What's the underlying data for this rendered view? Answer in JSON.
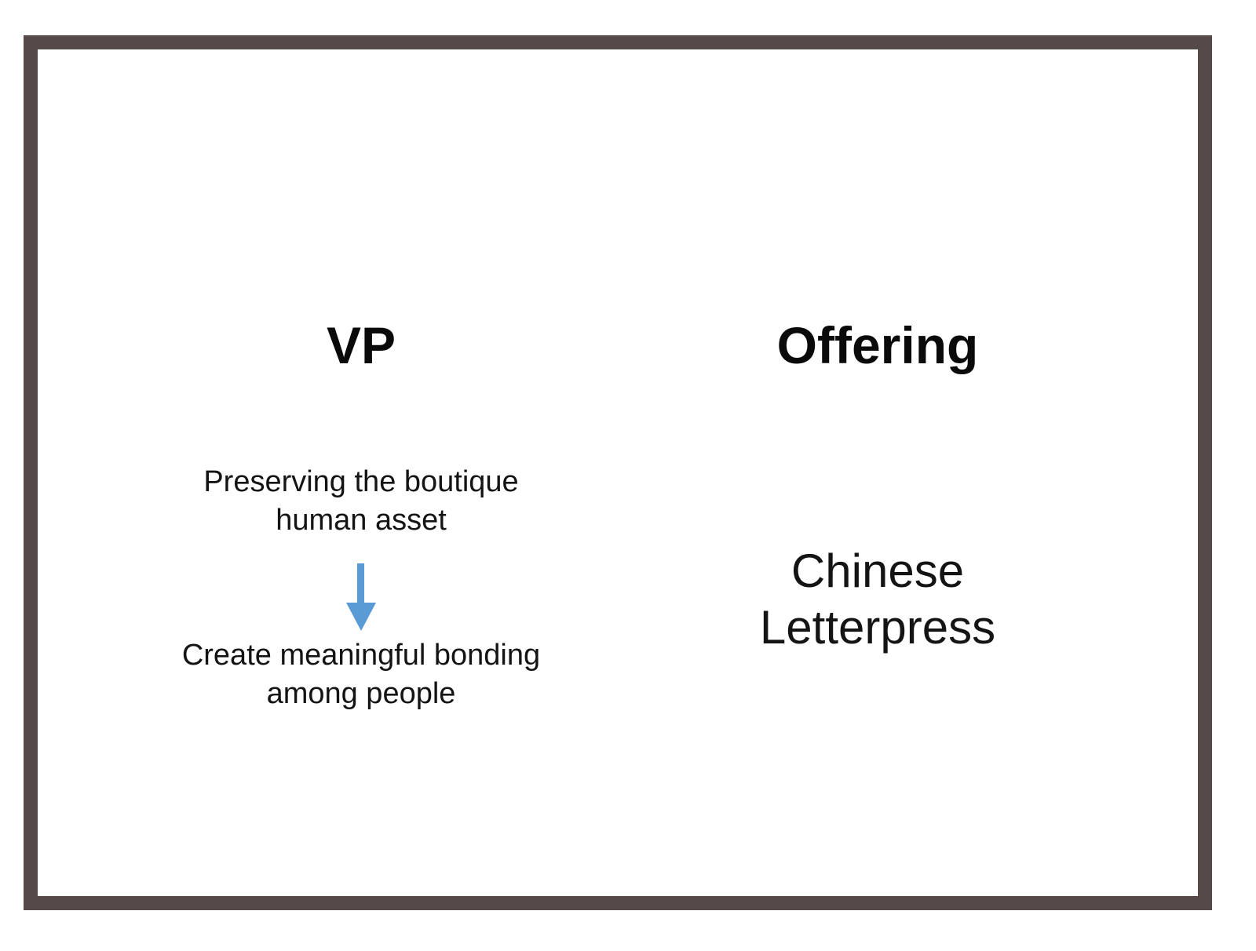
{
  "left_column": {
    "heading": "VP",
    "from_lines": [
      "Preserving the boutique",
      "human asset"
    ],
    "to_lines": [
      "Create meaningful bonding",
      "among people"
    ]
  },
  "right_column": {
    "heading": "Offering",
    "item_lines": [
      "Chinese",
      "Letterpress"
    ]
  },
  "colors": {
    "frame": "#554a47",
    "arrow": "#5b9bd5",
    "text": "#141414"
  },
  "icons": {
    "flow": "arrow-down-icon"
  }
}
